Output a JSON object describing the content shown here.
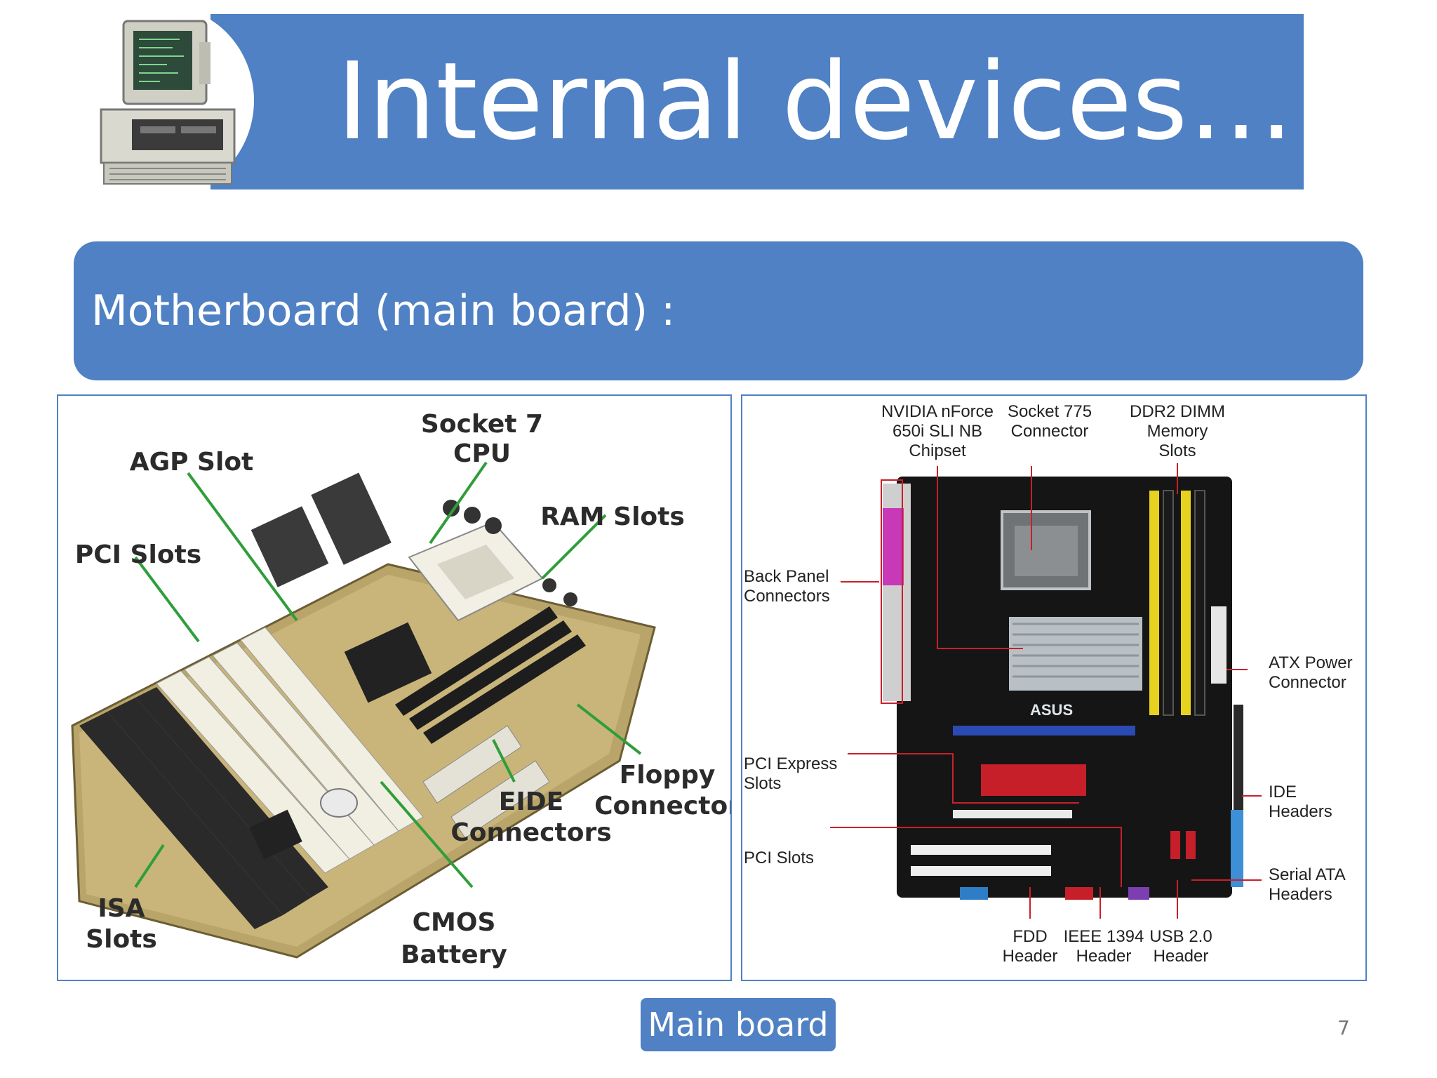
{
  "slide": {
    "title": "Internal devices…",
    "subtitle": "Motherboard  (main board) :",
    "caption": "Main board",
    "page_number": "7"
  },
  "left_diagram": {
    "labels": {
      "socket7_line1": "Socket 7",
      "socket7_line2": "CPU",
      "agp": "AGP Slot",
      "ram": "RAM Slots",
      "pci": "PCI Slots",
      "floppy_line1": "Floppy",
      "floppy_line2": "Connector",
      "eide_line1": "EIDE",
      "eide_line2": "Connectors",
      "isa_line1": "ISA",
      "isa_line2": "Slots",
      "cmos_line1": "CMOS",
      "cmos_line2": "Battery"
    }
  },
  "right_diagram": {
    "labels": {
      "nvidia_line1": "NVIDIA nForce",
      "nvidia_line2": "650i SLI NB",
      "nvidia_line3": "Chipset",
      "socket_line1": "Socket 775",
      "socket_line2": "Connector",
      "ddr2_line1": "DDR2 DIMM",
      "ddr2_line2": "Memory",
      "ddr2_line3": "Slots",
      "backpanel_line1": "Back Panel",
      "backpanel_line2": "Connectors",
      "atx_line1": "ATX Power",
      "atx_line2": "Connector",
      "pcie_line1": "PCI Express",
      "pcie_line2": "Slots",
      "ide_line1": "IDE",
      "ide_line2": "Headers",
      "pci": "PCI Slots",
      "sata_line1": "Serial ATA",
      "sata_line2": "Headers",
      "fdd_line1": "FDD",
      "fdd_line2": "Header",
      "ieee_line1": "IEEE 1394",
      "ieee_line2": "Header",
      "usb_line1": "USB 2.0",
      "usb_line2": "Header",
      "board_brand": "ASUS"
    }
  },
  "colors": {
    "accent": "#4f81c4",
    "leader_left": "#2f9e3a",
    "leader_right": "#c8202a"
  },
  "icons": {
    "logo": "retro-computer-icon"
  }
}
